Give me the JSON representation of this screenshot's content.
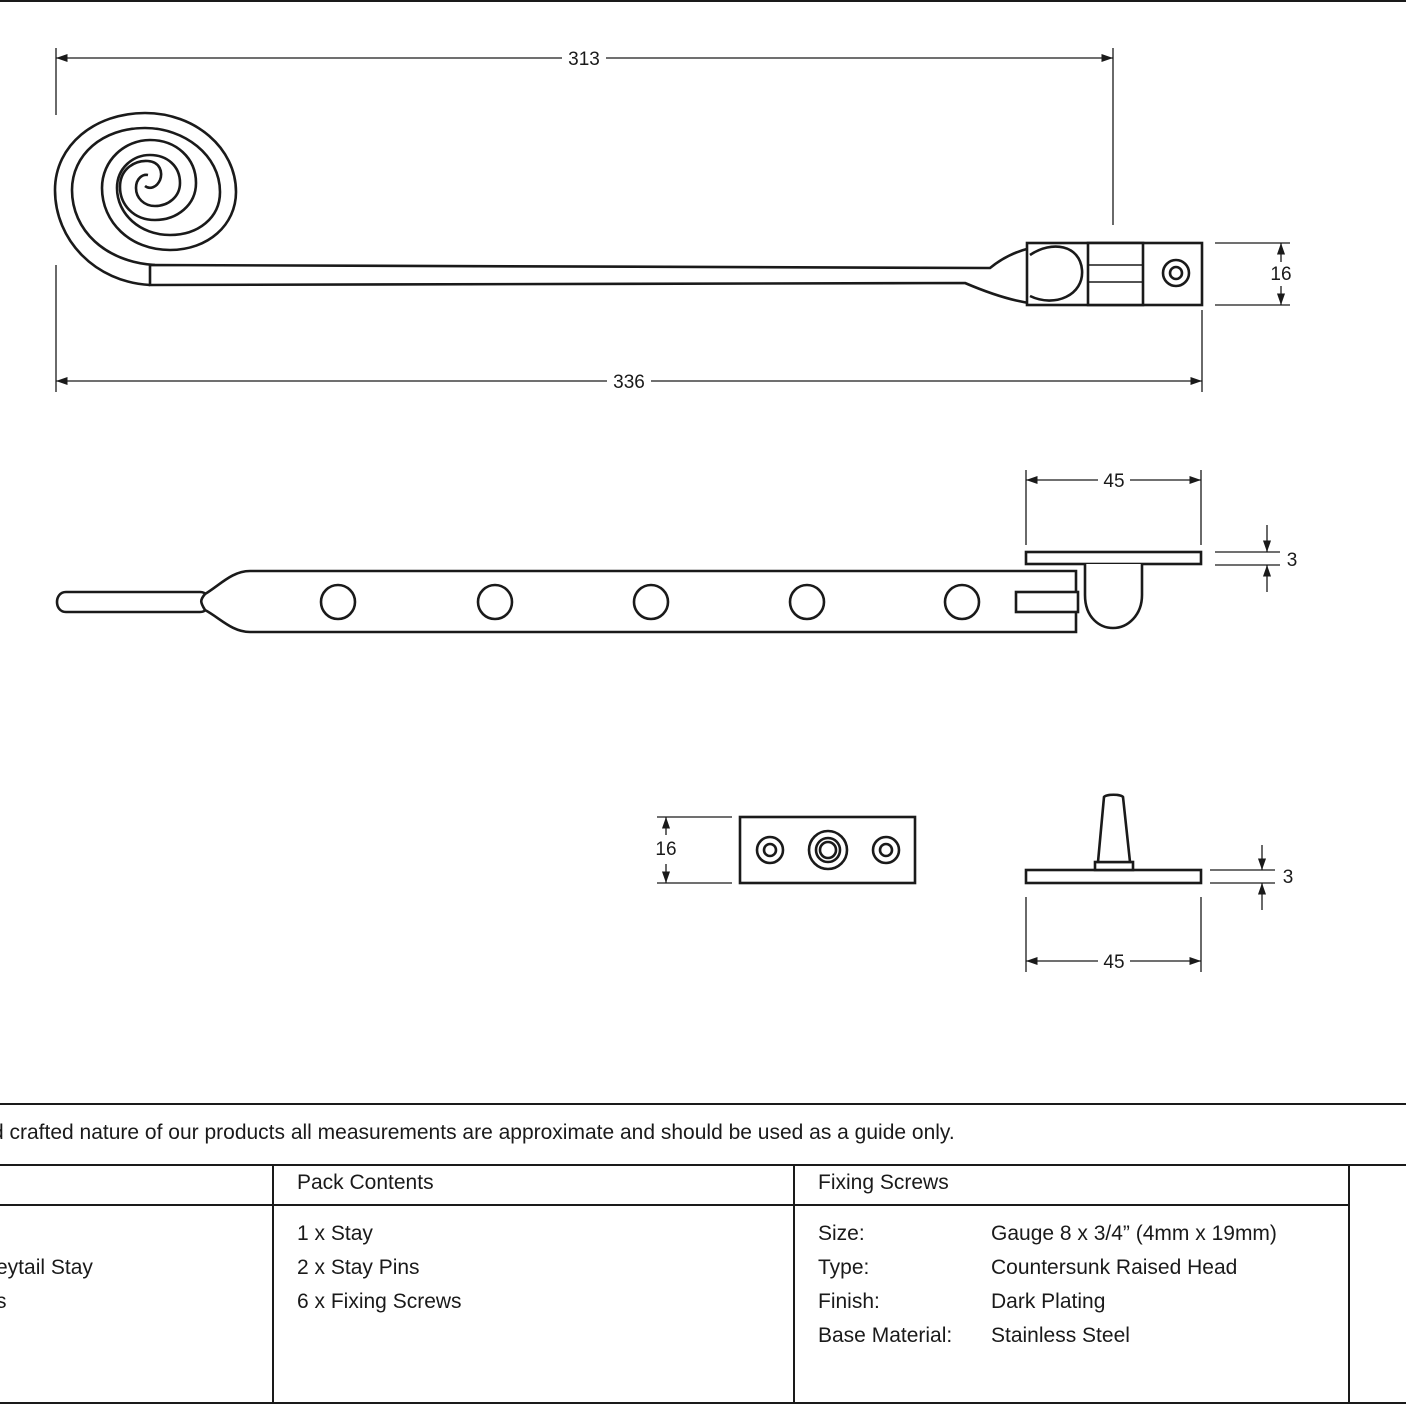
{
  "dimensions": {
    "top_length": "313",
    "overall_length": "336",
    "bracket_height": "16",
    "bracket_width_side": "45",
    "bracket_thickness_side": "3",
    "pin_plate_height": "16",
    "pin_plate_width": "45",
    "pin_plate_thickness": "3"
  },
  "disclaimer": "d crafted nature of our products all measurements are approximate and should be used as a guide only.",
  "table": {
    "description": {
      "header": "",
      "lines": [
        "eytail Stay",
        "s"
      ]
    },
    "pack_contents": {
      "header": "Pack Contents",
      "items": [
        "1 x Stay",
        "2 x Stay Pins",
        "6 x Fixing Screws"
      ]
    },
    "fixing_screws": {
      "header": "Fixing Screws",
      "rows": [
        {
          "label": "Size:",
          "value": "Gauge 8 x 3/4” (4mm x 19mm)"
        },
        {
          "label": "Type:",
          "value": "Countersunk Raised Head"
        },
        {
          "label": "Finish:",
          "value": "Dark Plating"
        },
        {
          "label": "Base Material:",
          "value": "Stainless Steel"
        }
      ]
    }
  }
}
